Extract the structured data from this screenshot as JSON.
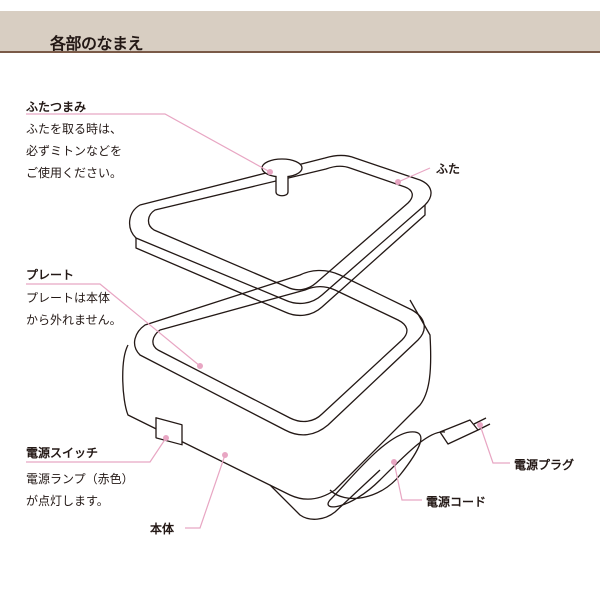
{
  "header": {
    "title": "各部のなまえ"
  },
  "parts": {
    "lid_knob": {
      "label": "ふたつまみ",
      "desc": [
        "ふたを取る時は、",
        "必ずミトンなどを",
        "ご使用ください。"
      ]
    },
    "lid": {
      "label": "ふた"
    },
    "plate": {
      "label": "プレート",
      "desc": [
        "プレートは本体",
        "から外れません。"
      ]
    },
    "power_switch": {
      "label": "電源スイッチ",
      "desc": [
        "電源ランプ（赤色）",
        "が点灯します。"
      ]
    },
    "body": {
      "label": "本体"
    },
    "power_cord": {
      "label": "電源コード"
    },
    "power_plug": {
      "label": "電源プラグ"
    }
  },
  "colors": {
    "band": "#d8cec2",
    "rule": "#7a5a48",
    "leader": "#e8a6c3"
  }
}
